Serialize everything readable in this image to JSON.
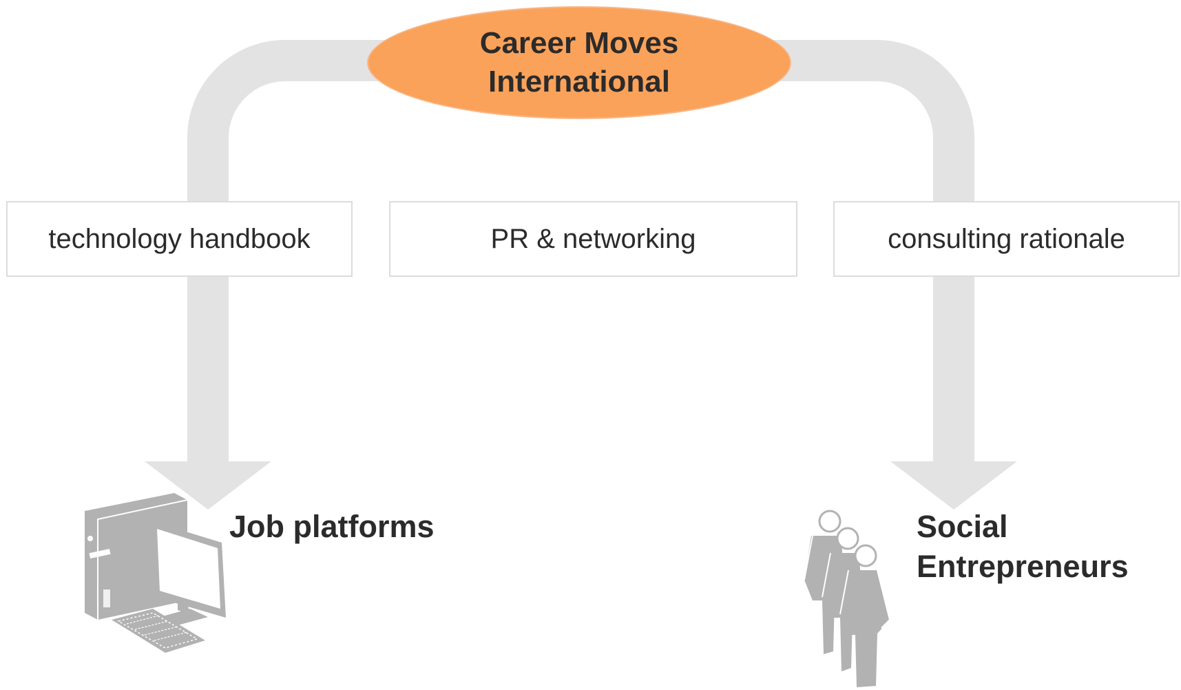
{
  "center": {
    "line1": "Career Moves",
    "line2": "International",
    "fill_color": "#fba25a"
  },
  "boxes": [
    {
      "label": "technology handbook"
    },
    {
      "label": "PR & networking"
    },
    {
      "label": "consulting rationale"
    }
  ],
  "targets": {
    "left": {
      "label": "Job platforms",
      "icon": "desktop-computer-icon"
    },
    "right": {
      "line1": "Social",
      "line2": "Entrepreneurs",
      "icon": "people-group-icon"
    }
  },
  "colors": {
    "arrow": "#e3e3e3",
    "icon": "#b2b2b2",
    "box_border": "#dcdcdc",
    "text": "#2b2b2b"
  }
}
